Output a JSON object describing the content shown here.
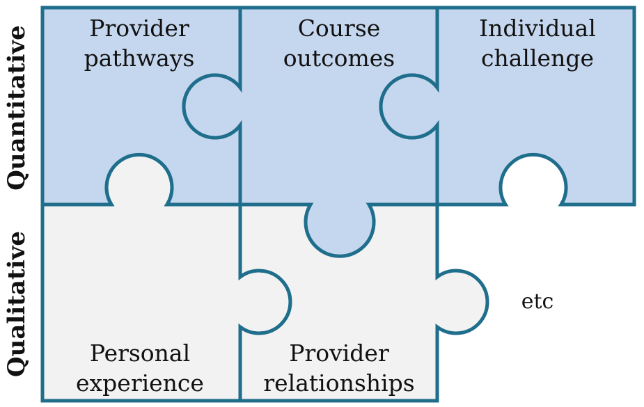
{
  "axis_labels": {
    "top": "Quantitative",
    "bottom": "Qualitative"
  },
  "pieces": {
    "provider_pathways": {
      "line1": "Provider",
      "line2": "pathways"
    },
    "course_outcomes": {
      "line1": "Course",
      "line2": "outcomes"
    },
    "individual_challenge": {
      "line1": "Individual",
      "line2": "challenge"
    },
    "personal_experience": {
      "line1": "Personal",
      "line2": "experience"
    },
    "provider_relationships": {
      "line1": "Provider",
      "line2": "relationships"
    }
  },
  "etc_label": "etc",
  "colors": {
    "quantitative_fill": "#c5d7ee",
    "qualitative_fill": "#f2f2f2",
    "outline": "#1e6e8c"
  }
}
